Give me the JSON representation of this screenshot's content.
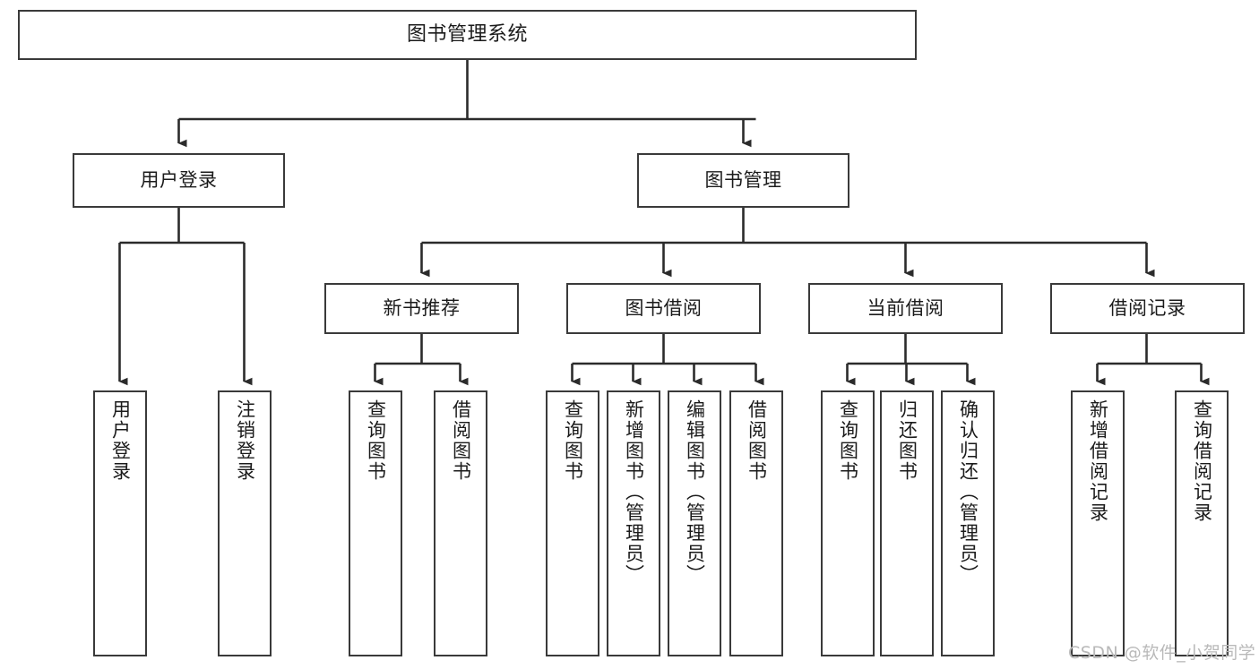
{
  "diagram": {
    "type": "tree-hierarchy",
    "title": "图书管理系统",
    "orientation": "top-down",
    "watermark": "CSDN @软件_小贺同学",
    "colors": {
      "box_border": "#3a3a3a",
      "box_fill": "#ffffff",
      "edge": "#2b2b2b",
      "text": "#1b1b1b",
      "watermark": "#b9b9b9",
      "page_background": "#ffffff"
    },
    "nodes": {
      "root": {
        "label": "图书管理系统"
      },
      "level2": [
        {
          "id": "user-login",
          "label": "用户登录"
        },
        {
          "id": "book-management",
          "label": "图书管理"
        }
      ],
      "level3": [
        {
          "id": "new-book-recommend",
          "label": "新书推荐"
        },
        {
          "id": "book-borrow",
          "label": "图书借阅"
        },
        {
          "id": "current-borrow",
          "label": "当前借阅"
        },
        {
          "id": "borrow-record",
          "label": "借阅记录"
        }
      ],
      "leaves": [
        {
          "id": "leaf-user-login",
          "label": "用户登录",
          "parent": "user-login"
        },
        {
          "id": "leaf-logout-login",
          "label": "注销登录",
          "parent": "user-login"
        },
        {
          "id": "leaf-query-book-1",
          "label": "查询图书",
          "parent": "new-book-recommend"
        },
        {
          "id": "leaf-borrow-book-1",
          "label": "借阅图书",
          "parent": "new-book-recommend"
        },
        {
          "id": "leaf-query-book-2",
          "label": "查询图书",
          "parent": "book-borrow"
        },
        {
          "id": "leaf-add-book",
          "label": "新增图书（管理员）",
          "parent": "book-borrow"
        },
        {
          "id": "leaf-edit-book",
          "label": "编辑图书（管理员）",
          "parent": "book-borrow"
        },
        {
          "id": "leaf-borrow-book-2",
          "label": "借阅图书",
          "parent": "book-borrow"
        },
        {
          "id": "leaf-query-book-3",
          "label": "查询图书",
          "parent": "current-borrow"
        },
        {
          "id": "leaf-return-book",
          "label": "归还图书",
          "parent": "current-borrow"
        },
        {
          "id": "leaf-confirm-return",
          "label": "确认归还（管理员）",
          "parent": "current-borrow"
        },
        {
          "id": "leaf-add-record",
          "label": "新增借阅记录",
          "parent": "borrow-record"
        },
        {
          "id": "leaf-query-record",
          "label": "查询借阅记录",
          "parent": "borrow-record"
        }
      ]
    }
  }
}
